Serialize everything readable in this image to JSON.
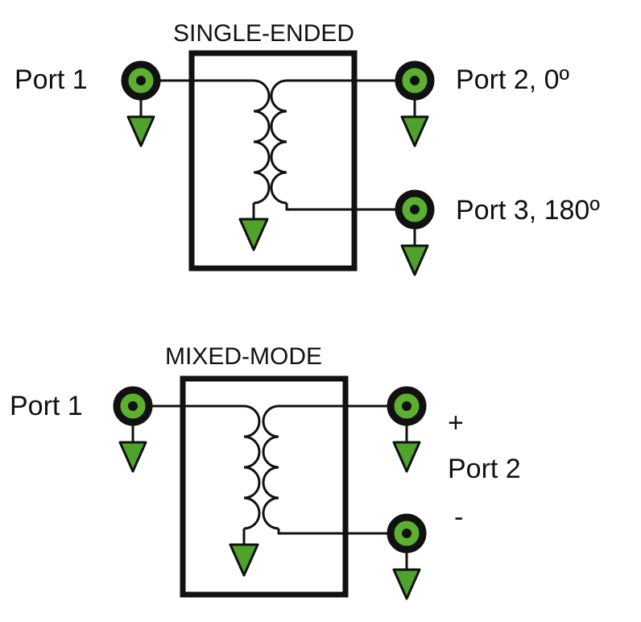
{
  "colors": {
    "wire": "#111111",
    "box": "#111111",
    "connector_outer": "#111111",
    "connector_fill": "#5cb030",
    "ground_fill": "#4fa32c",
    "background": "#ffffff"
  },
  "top": {
    "title": "SINGLE-ENDED",
    "port1": "Port 1",
    "port2": "Port 2, 0º",
    "port3": "Port 3, 180º"
  },
  "bottom": {
    "title": "MIXED-MODE",
    "port1": "Port 1",
    "plus": "+",
    "port2": "Port 2",
    "minus": "-"
  },
  "icons": [
    "coax-connector-icon",
    "ground-icon",
    "transformer-coil-icon"
  ]
}
